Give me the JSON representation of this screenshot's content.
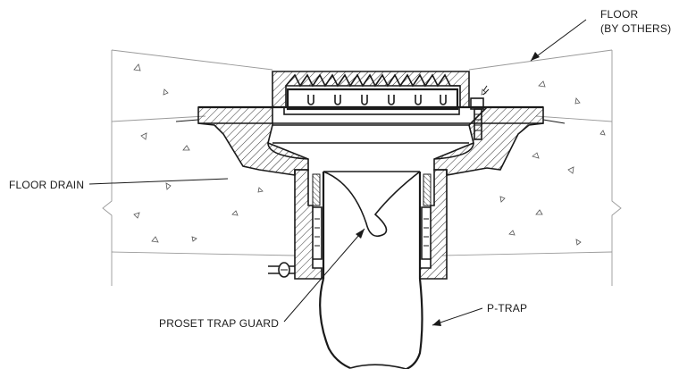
{
  "labels": {
    "floor_line1": "FLOOR",
    "floor_line2": "(BY OTHERS)",
    "floor_drain": "FLOOR DRAIN",
    "trap_guard": "PROSET TRAP GUARD",
    "p_trap": "P-TRAP"
  },
  "colors": {
    "line": "#1a1a1a",
    "concrete_edge": "#9a9a9a",
    "fill_white": "#ffffff"
  }
}
